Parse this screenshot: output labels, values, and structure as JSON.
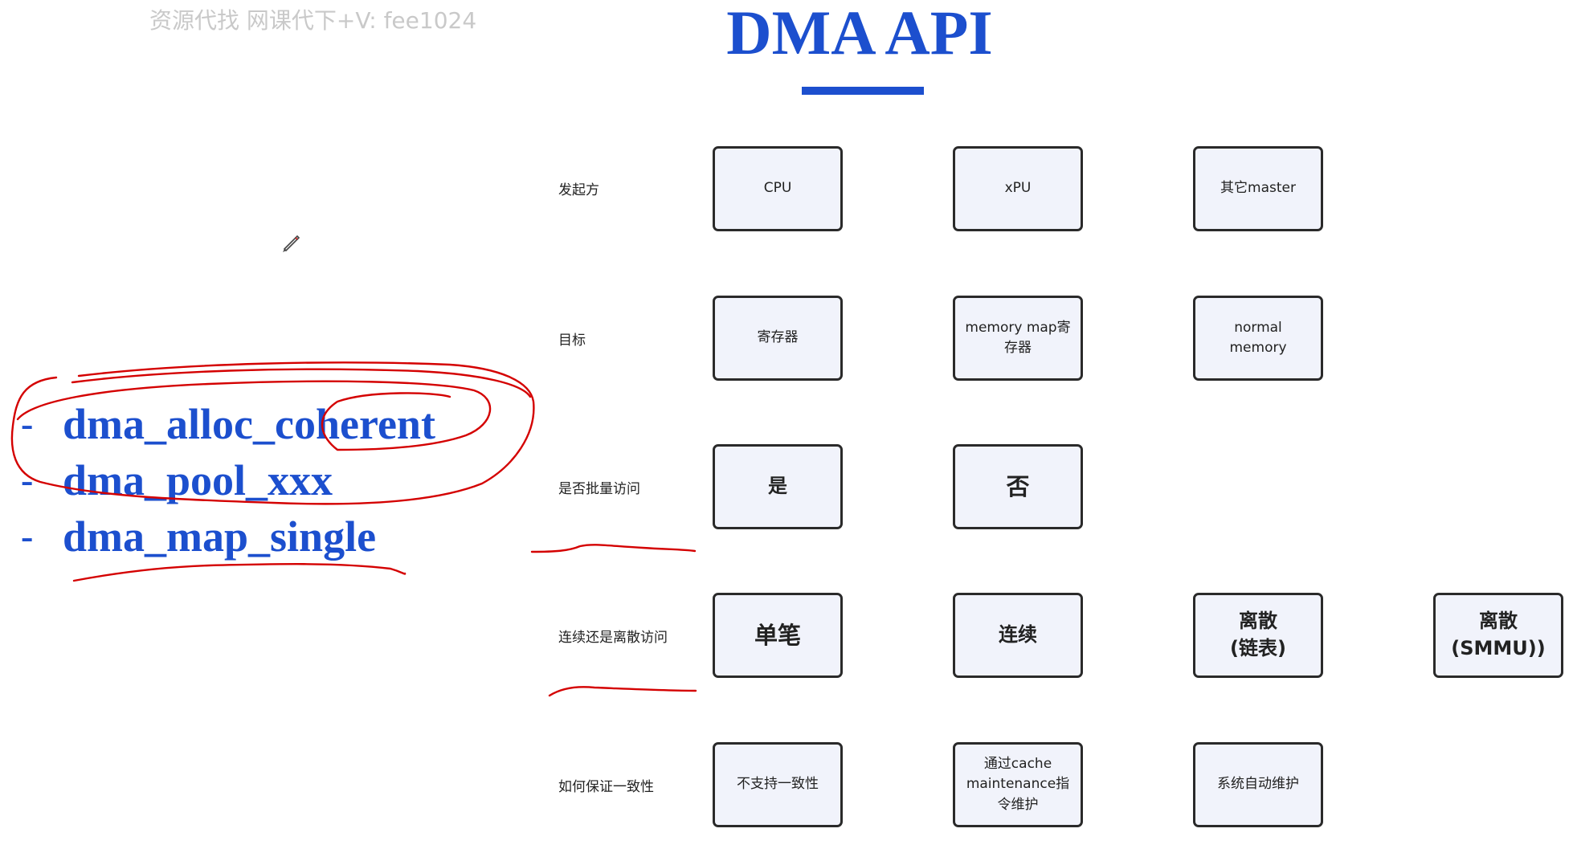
{
  "watermark": "资源代找 网课代下+V: fee1024",
  "title": "DMA API",
  "api_list": [
    {
      "dash": "-",
      "name": "dma_alloc_coherent"
    },
    {
      "dash": "-",
      "name": "dma_pool_xxx"
    },
    {
      "dash": "-",
      "name": "dma_map_single"
    }
  ],
  "rows": [
    {
      "label": "发起方",
      "boxes": [
        "CPU",
        "xPU",
        "其它master"
      ]
    },
    {
      "label": "目标",
      "boxes": [
        "寄存器",
        "memory map寄\n存器",
        "normal\nmemory"
      ]
    },
    {
      "label": "是否批量访问",
      "boxes": [
        "是",
        "否"
      ]
    },
    {
      "label": "连续还是离散访问",
      "boxes": [
        "单笔",
        "连续",
        "离散\n(链表)",
        "离散\n(SMMU))"
      ]
    },
    {
      "label": "如何保证一致性",
      "boxes": [
        "不支持一致性",
        "通过cache\nmaintenance指\n令维护",
        "系统自动维护"
      ]
    }
  ],
  "colors": {
    "accent": "#1c4fce",
    "annotation": "#d40000",
    "box_fill": "#f1f3fb",
    "box_border": "#2a2a2a"
  },
  "icons": [
    "pen-cursor-icon"
  ]
}
